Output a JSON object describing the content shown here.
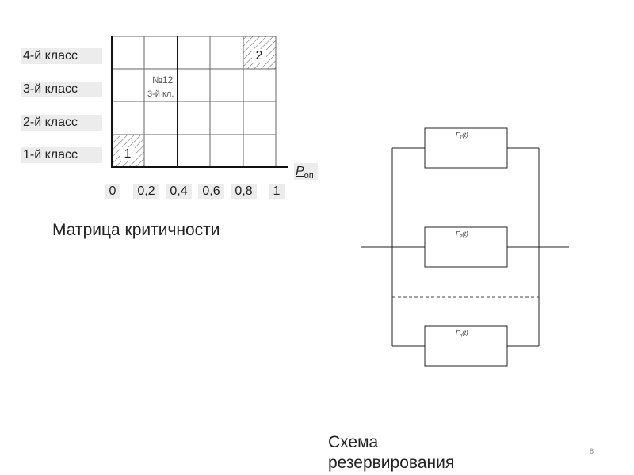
{
  "matrix": {
    "classes": [
      "4-й класс",
      "3-й класс",
      "2-й класс",
      "1-й класс"
    ],
    "ticks": [
      "0",
      "0,2",
      "0,4",
      "0,6",
      "0,8",
      "1"
    ],
    "axis_name": "P",
    "axis_name_sub": "оп",
    "cell_labels": [
      "2",
      "1"
    ],
    "note_line1": "№12",
    "note_line2": "3-й кл.",
    "title": "Матрица критичности"
  },
  "scheme": {
    "blocks": [
      {
        "f": "F",
        "sub": "1",
        "arg": "(t)"
      },
      {
        "f": "F",
        "sub": "2",
        "arg": "(t)"
      },
      {
        "f": "F",
        "sub": "n",
        "arg": "(t)"
      }
    ],
    "title_line1": "Схема",
    "title_line2": "резервирования"
  },
  "page_number": "8"
}
